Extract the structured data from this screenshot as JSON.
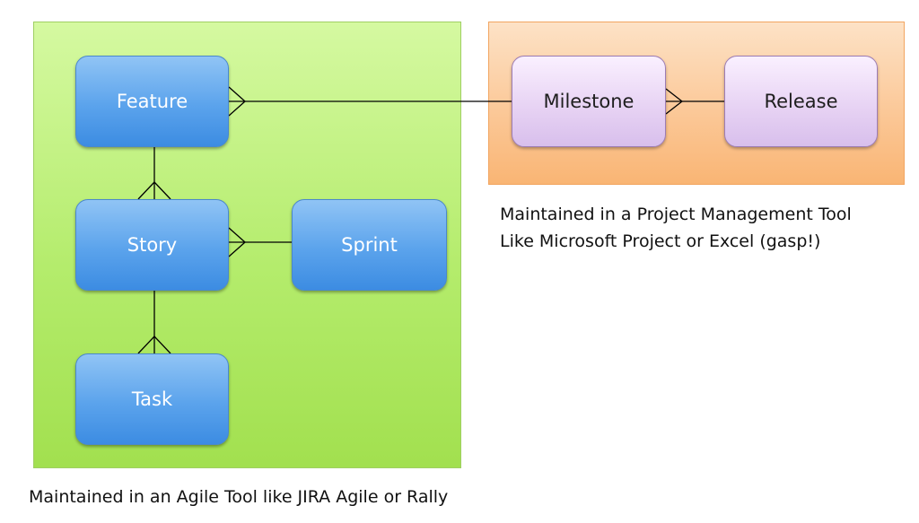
{
  "agile_group": {
    "caption": "Maintained in an Agile Tool like JIRA Agile or Rally",
    "nodes": {
      "feature": "Feature",
      "story": "Story",
      "sprint": "Sprint",
      "task": "Task"
    }
  },
  "pm_group": {
    "caption_line1": "Maintained in a Project Management Tool",
    "caption_line2": "Like Microsoft Project or Excel (gasp!)",
    "nodes": {
      "milestone": "Milestone",
      "release": "Release"
    }
  },
  "colors": {
    "agile_panel": "#b4ec6c",
    "pm_panel": "#fbc694",
    "agile_node": "#5ba3ec",
    "pm_node": "#e6d1f3",
    "connector": "#000000"
  }
}
